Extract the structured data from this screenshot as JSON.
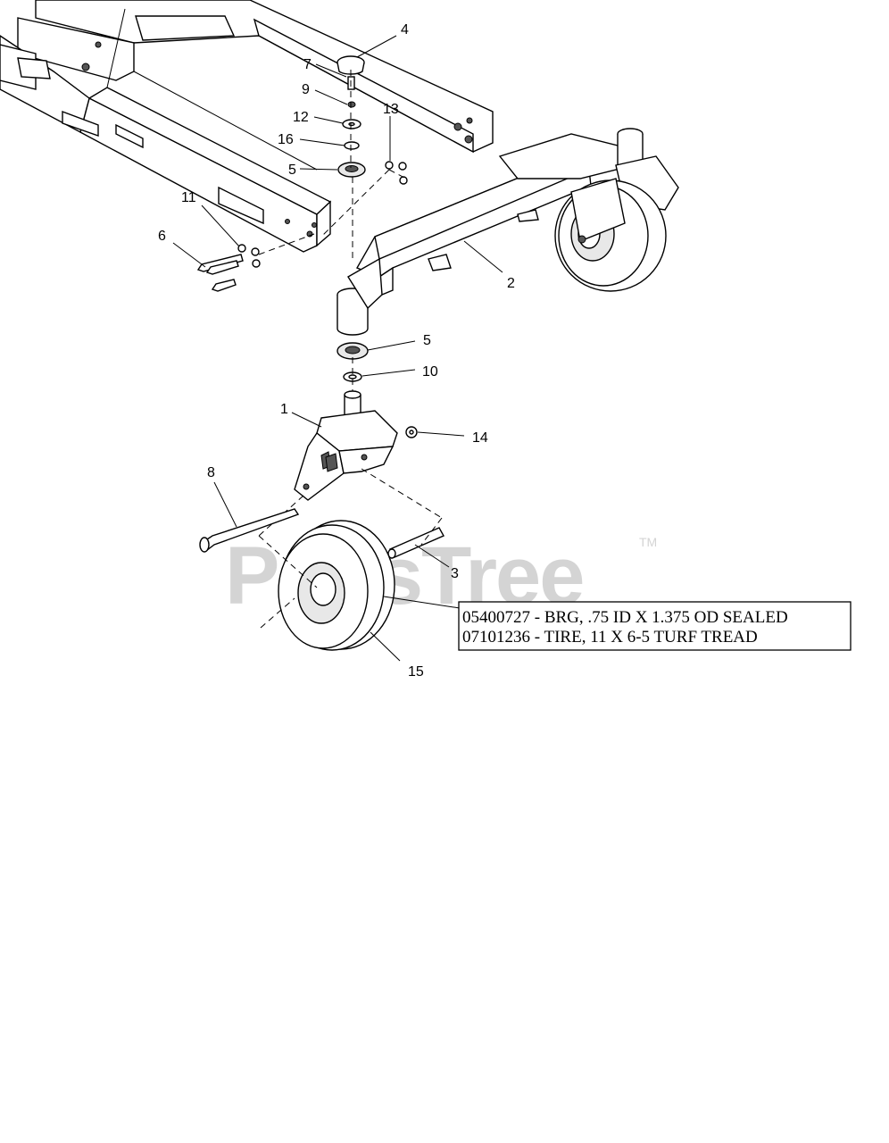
{
  "watermark": {
    "text": "PartsTree",
    "tm": "TM"
  },
  "callouts": {
    "c1": "1",
    "c2": "2",
    "c3": "3",
    "c4": "4",
    "c5a": "5",
    "c5b": "5",
    "c6": "6",
    "c7": "7",
    "c8": "8",
    "c9": "9",
    "c10": "10",
    "c11": "11",
    "c12": "12",
    "c13": "13",
    "c14": "14",
    "c15": "15",
    "c16": "16"
  },
  "note": {
    "line1": "05400727 - BRG, .75 ID X 1.375 OD SEALED",
    "line2": "07101236 - TIRE, 11 X 6-5 TURF TREAD"
  }
}
